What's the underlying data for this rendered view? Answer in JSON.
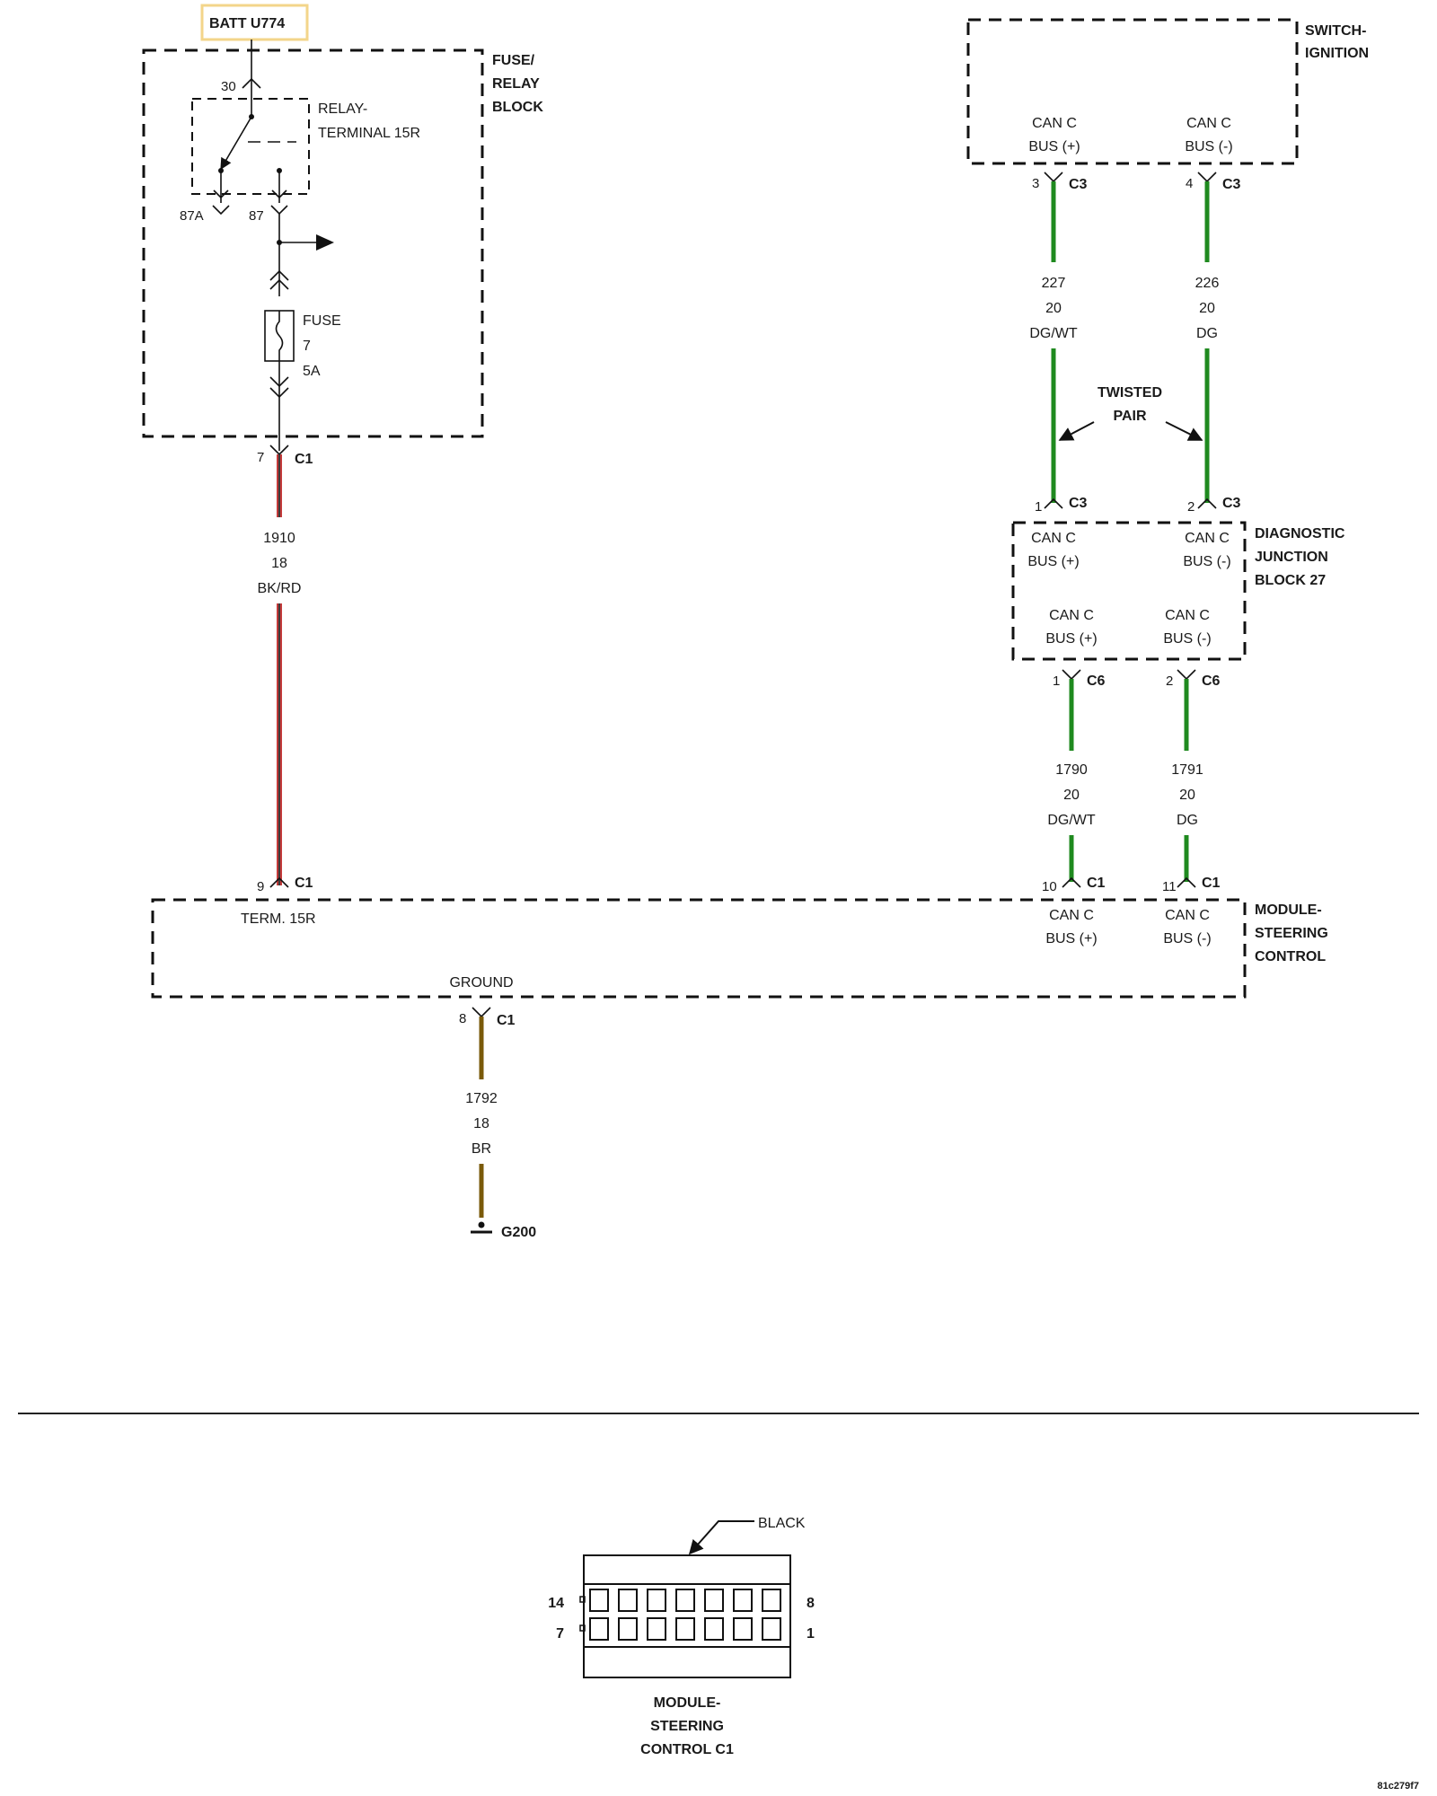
{
  "colors": {
    "wire_bkrd_outer": "#c43a3a",
    "wire_bkrd_core": "#3a3a3a",
    "wire_can": "#1f8a1f",
    "wire_br": "#7a5a0a",
    "batt_box": "#f3d58a"
  },
  "batt": {
    "label": "BATT U774"
  },
  "fuse_relay_block": {
    "title": [
      "FUSE/",
      "RELAY",
      "BLOCK"
    ],
    "relay_label": [
      "RELAY-",
      "TERMINAL 15R"
    ],
    "pin_30": "30",
    "pin_87a": "87A",
    "pin_87": "87",
    "fuse_label": [
      "FUSE",
      "7",
      "5A"
    ],
    "out_pin": "7",
    "out_conn": "C1"
  },
  "wire_1910": {
    "circuit": "1910",
    "gauge": "18",
    "color": "BK/RD"
  },
  "switch_ignition": {
    "title": [
      "SWITCH-",
      "IGNITION"
    ],
    "left_label": [
      "CAN C",
      "BUS (+)"
    ],
    "right_label": [
      "CAN C",
      "BUS (-)"
    ],
    "left_pin": "3",
    "right_pin": "4",
    "conn": "C3"
  },
  "wire_227": {
    "circuit": "227",
    "gauge": "20",
    "color": "DG/WT"
  },
  "wire_226": {
    "circuit": "226",
    "gauge": "20",
    "color": "DG"
  },
  "twisted_pair": [
    "TWISTED",
    "PAIR"
  ],
  "djb": {
    "title": [
      "DIAGNOSTIC",
      "JUNCTION",
      "BLOCK 27"
    ],
    "in_left_pin": "1",
    "in_right_pin": "2",
    "in_conn": "C3",
    "top_left": [
      "CAN C",
      "BUS (+)"
    ],
    "top_right": [
      "CAN C",
      "BUS (-)"
    ],
    "bottom_left": [
      "CAN C",
      "BUS (+)"
    ],
    "bottom_right": [
      "CAN C",
      "BUS (-)"
    ],
    "out_left_pin": "1",
    "out_right_pin": "2",
    "out_conn": "C6"
  },
  "wire_1790": {
    "circuit": "1790",
    "gauge": "20",
    "color": "DG/WT"
  },
  "wire_1791": {
    "circuit": "1791",
    "gauge": "20",
    "color": "DG"
  },
  "module": {
    "title": [
      "MODULE-",
      "STEERING",
      "CONTROL"
    ],
    "term_label": "TERM. 15R",
    "ground_label": "GROUND",
    "pin_9": "9",
    "pin_10": "10",
    "pin_11": "11",
    "pin_8": "8",
    "conn": "C1",
    "can_plus": [
      "CAN C",
      "BUS (+)"
    ],
    "can_minus": [
      "CAN C",
      "BUS (-)"
    ]
  },
  "wire_1792": {
    "circuit": "1792",
    "gauge": "18",
    "color": "BR"
  },
  "ground": {
    "label": "G200"
  },
  "connector_view": {
    "color_label": "BLACK",
    "pin_14": "14",
    "pin_8": "8",
    "pin_7": "7",
    "pin_1": "1",
    "caption": [
      "MODULE-",
      "STEERING",
      "CONTROL C1"
    ]
  },
  "figure_id": "81c279f7"
}
